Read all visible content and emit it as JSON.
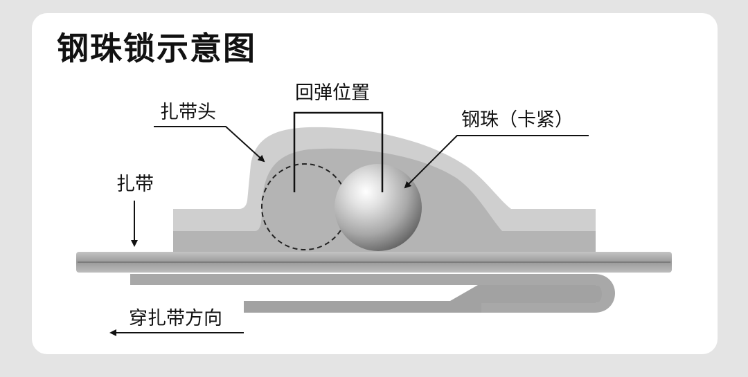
{
  "title": "钢珠锁示意图",
  "labels": {
    "tie_head": "扎带头",
    "rebound_position": "回弹位置",
    "steel_ball_locked": "钢珠（卡紧）",
    "cable_tie": "扎带",
    "insertion_direction": "穿扎带方向"
  },
  "colors": {
    "card_background": "#ffffff",
    "page_background": "#e4e4e4",
    "housing_light": "#cfcfcf",
    "housing_dark": "#b4b4b4",
    "strap": "#9e9e9e",
    "text": "#111111"
  }
}
